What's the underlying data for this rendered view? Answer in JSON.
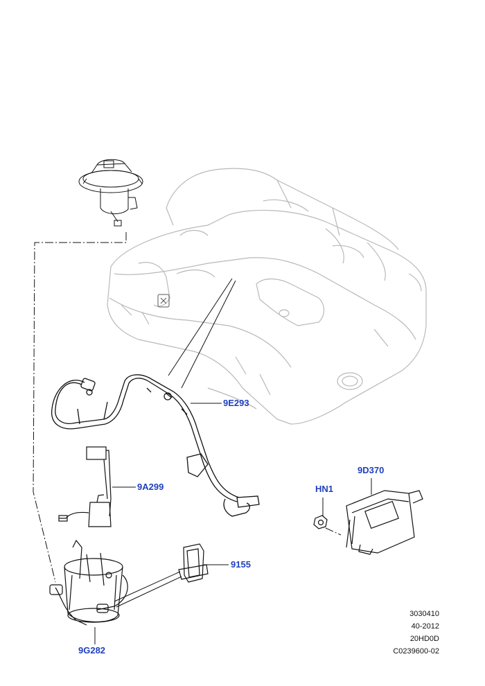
{
  "callouts": {
    "c_9e293": "9E293",
    "c_9a299": "9A299",
    "c_9155": "9155",
    "c_9g282": "9G282",
    "c_hn1": "HN1",
    "c_9d370": "9D370"
  },
  "reference": {
    "line1": "3030410",
    "line2": "40-2012",
    "line3": "20HD0D",
    "line4": "C0239600-02"
  },
  "colors": {
    "callout_text": "#1f3fbf",
    "linework": "#111111",
    "ghost_linework": "#b8b8b8"
  }
}
